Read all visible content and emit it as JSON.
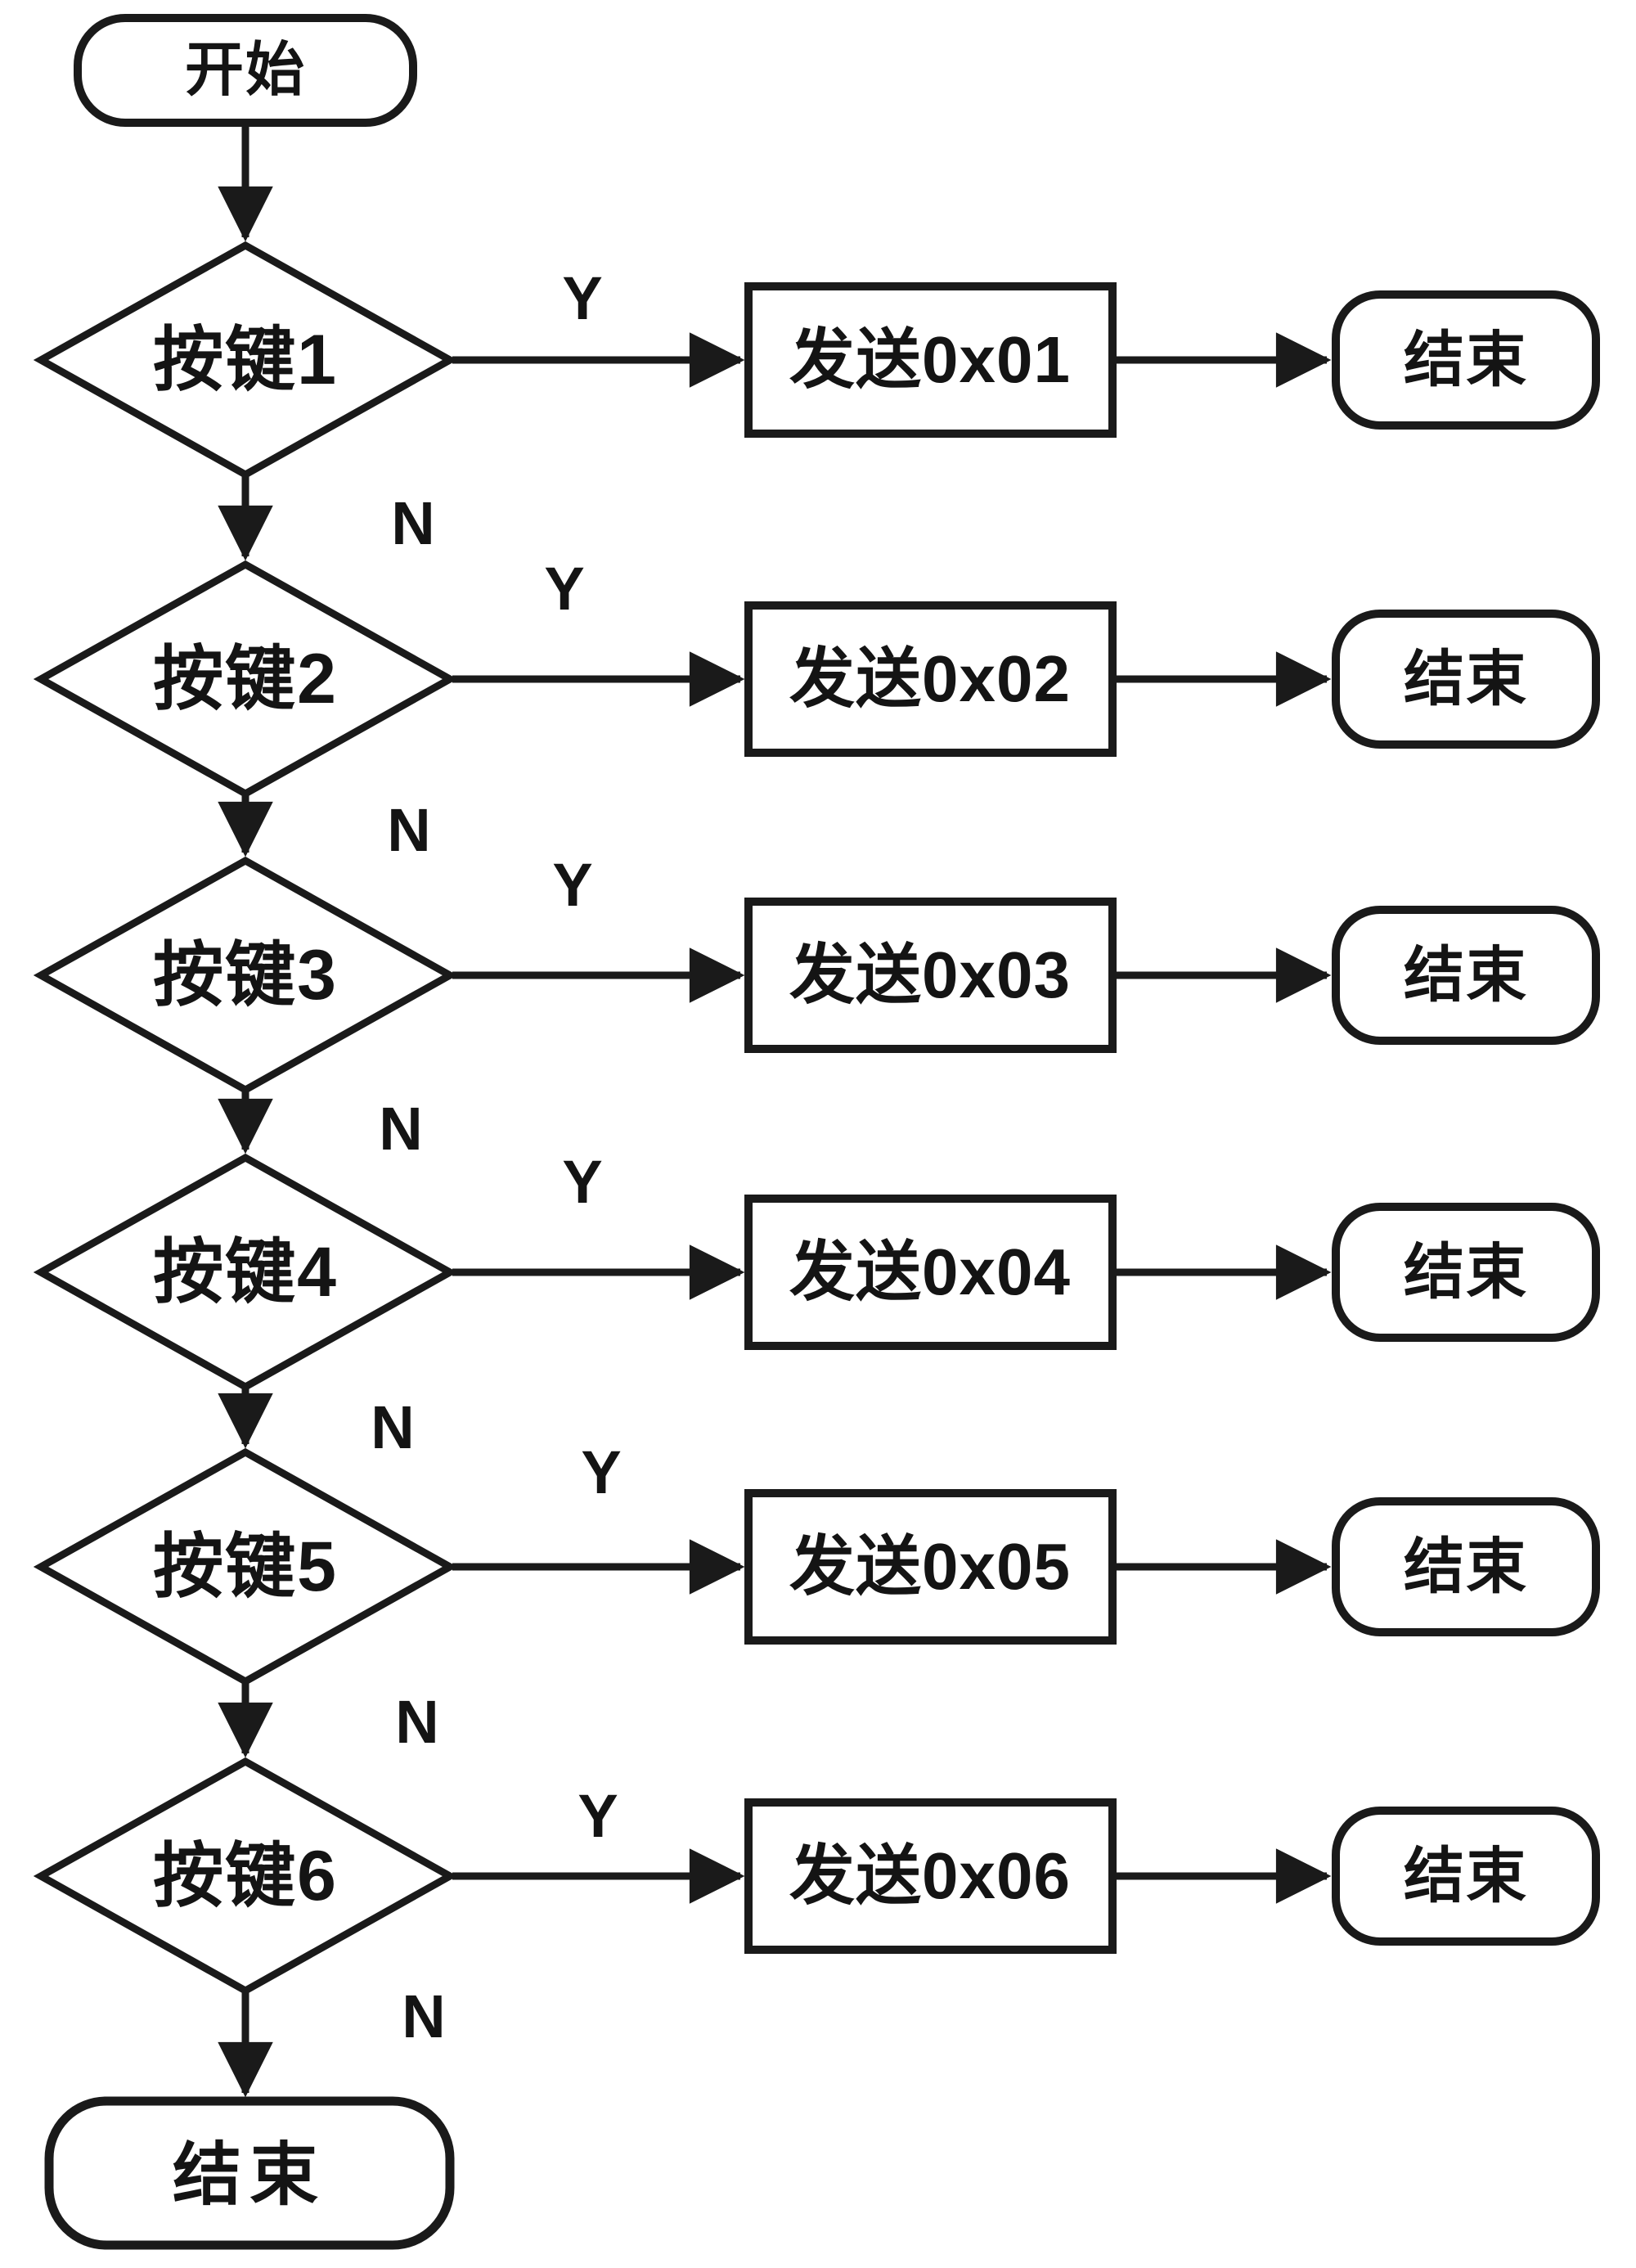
{
  "flowchart": {
    "title_none": "",
    "start": "开始",
    "final_end": "结束",
    "stroke_color": "#1a1a1a",
    "fill_color": "#ffffff",
    "rows": [
      {
        "condition": "按键1",
        "yes": "Y",
        "no": "N",
        "action": "发送0x01",
        "end": "结束"
      },
      {
        "condition": "按键2",
        "yes": "Y",
        "no": "N",
        "action": "发送0x02",
        "end": "结束"
      },
      {
        "condition": "按键3",
        "yes": "Y",
        "no": "N",
        "action": "发送0x03",
        "end": "结束"
      },
      {
        "condition": "按键4",
        "yes": "Y",
        "no": "N",
        "action": "发送0x04",
        "end": "结束"
      },
      {
        "condition": "按键5",
        "yes": "Y",
        "no": "N",
        "action": "发送0x05",
        "end": "结束"
      },
      {
        "condition": "按键6",
        "yes": "Y",
        "no": "N",
        "action": "发送0x06",
        "end": "结束"
      }
    ]
  }
}
